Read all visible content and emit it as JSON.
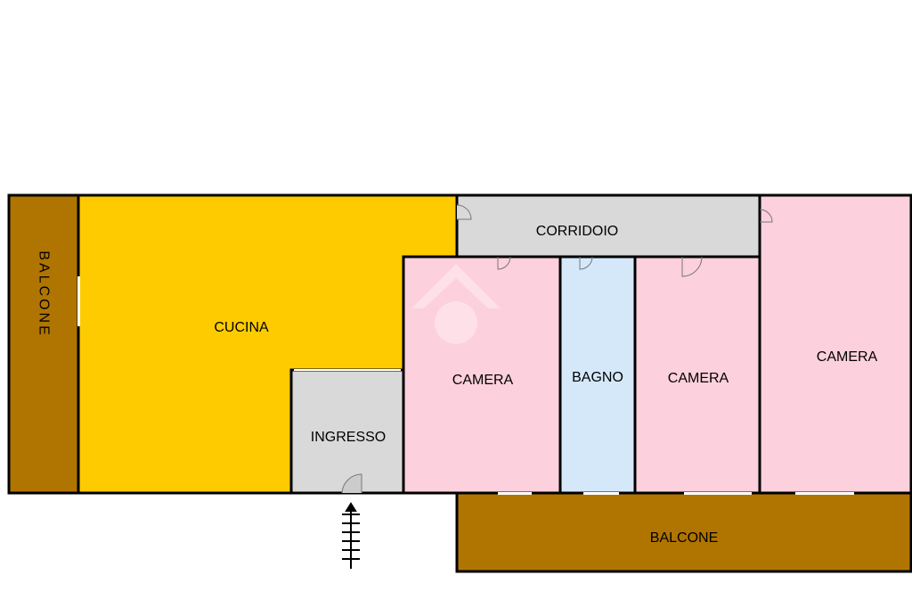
{
  "rooms": {
    "balcone_left": "BALCONE",
    "cucina": "CUCINA",
    "corridoio": "CORRIDOIO",
    "ingresso": "INGRESSO",
    "camera_1": "CAMERA",
    "bagno": "BAGNO",
    "camera_2": "CAMERA",
    "camera_3": "CAMERA",
    "balcone_bottom": "BALCONE"
  },
  "colors": {
    "balcone": "#b07500",
    "cucina": "#fecb00",
    "corridoio": "#d9d9d9",
    "camera": "#fcd0dc",
    "bagno": "#d4e8fa",
    "wall": "#000000"
  }
}
